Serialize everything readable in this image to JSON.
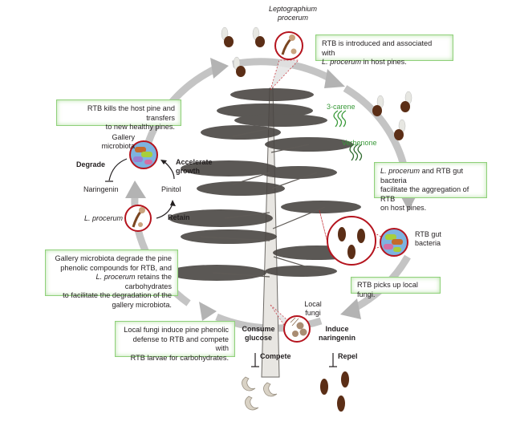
{
  "figure": {
    "title_fungus": "Leptographium procerum",
    "title_fungus_line1": "Leptographium",
    "title_fungus_line2": "procerum",
    "colors": {
      "box_border": "#8fd07a",
      "cycle_arrow": "#bdbdbd",
      "circle_border": "#b5141e",
      "volatile_green": "#3a9a3a",
      "beetle_brown": "#5b2e16"
    }
  },
  "boxes": {
    "introduced": {
      "italic": "",
      "line1": "RTB is introduced and associated with",
      "line2_italic": "L. procerum",
      "line2_rest": " in host pines."
    },
    "kills": {
      "line1": "RTB kills the host pine and transfers",
      "line2": "to new healthy pines."
    },
    "aggregation": {
      "line1_italic": "L. procerum",
      "line1_rest": " and RTB gut bacteria",
      "line2": "facilitate the aggregation of RTB",
      "line3": "on host pines."
    },
    "picks_up": {
      "text": "RTB picks up local fungi."
    },
    "microbiota": {
      "line1": "Gallery microbiota degrade the pine",
      "line2": "phenolic compounds for RTB, and",
      "line3_italic": "L. procerum",
      "line3_rest": " retains the carbohydrates",
      "line4": "to facilitate the degradation of the",
      "line5": "gallery microbiota."
    },
    "local_fungi": {
      "line1": "Local fungi induce pine phenolic",
      "line2": "defense to RTB and compete with",
      "line3": "RTB larvae for carbohydrates."
    }
  },
  "labels": {
    "carene": "3-carene",
    "verbenone": "Verbenone",
    "gallery_microbiota_1": "Gallery",
    "gallery_microbiota_2": "microbiota",
    "degrade": "Degrade",
    "naringenin": "Naringenin",
    "pinitol": "Pinitol",
    "accelerate_1": "Accelerate",
    "accelerate_2": "growth",
    "retain": "Retain",
    "l_procerum": "L. procerum",
    "rtb_gut_1": "RTB gut",
    "rtb_gut_2": "bacteria",
    "local_fungi_1": "Local",
    "local_fungi_2": "fungi",
    "consume_1": "Consume",
    "consume_2": "glucose",
    "induce_1": "Induce",
    "induce_2": "naringenin",
    "compete": "Compete",
    "repel": "Repel"
  }
}
